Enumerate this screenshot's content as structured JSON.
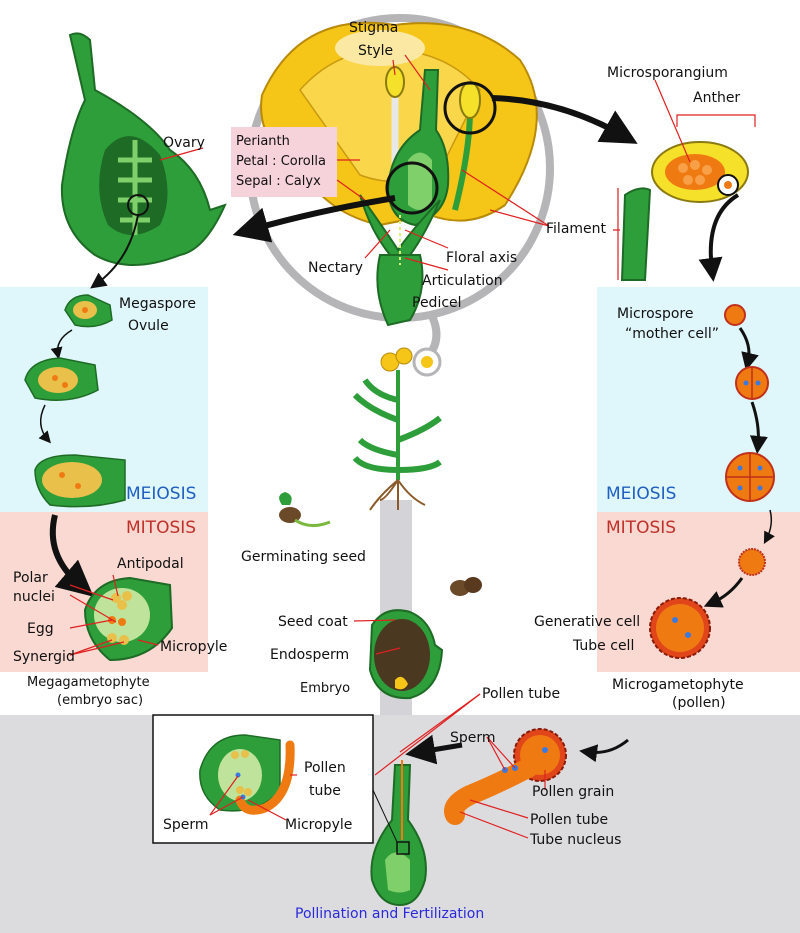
{
  "colors": {
    "plant_green": "#2e9e3a",
    "plant_dark": "#1d6b25",
    "petal_yellow": "#f5c518",
    "orange": "#f07a12",
    "red_pollen": "#e0461a",
    "meiosis_bg": "#dff6fb",
    "mitosis_bg": "#f9d9d2",
    "fert_bg": "#dcdcdf",
    "leader_red": "#e02020",
    "perianth_box": "#f6d2da"
  },
  "flower": {
    "stigma": "Stigma",
    "style": "Style",
    "perianth": "Perianth",
    "petal_corolla": "Petal : Corolla",
    "sepal_calyx": "Sepal : Calyx",
    "ovary": "Ovary",
    "nectary": "Nectary",
    "floral_axis": "Floral axis",
    "articulation": "Articulation",
    "pedicel": "Pedicel",
    "filament": "Filament",
    "microsporangium": "Microsporangium",
    "anther": "Anther"
  },
  "left": {
    "megaspore": "Megaspore",
    "ovule": "Ovule",
    "meiosis": "MEIOSIS",
    "mitosis": "MITOSIS",
    "antipodal": "Antipodal",
    "polar": "Polar",
    "nuclei": "nuclei",
    "egg": "Egg",
    "synergid": "Synergid",
    "micropyle": "Micropyle",
    "megagametophyte": "Megagametophyte",
    "embryo_sac": "(embryo sac)"
  },
  "right": {
    "microspore": "Microspore",
    "mother_cell": "“mother cell”",
    "meiosis": "MEIOSIS",
    "mitosis": "MITOSIS",
    "generative_cell": "Generative cell",
    "tube_cell": "Tube cell",
    "microgametophyte": "Microgametophyte",
    "pollen": "(pollen)"
  },
  "center": {
    "germinating_seed": "Germinating seed",
    "seed_coat": "Seed coat",
    "endosperm": "Endosperm",
    "embryo": "Embryo"
  },
  "bottom": {
    "pollen_tube_top": "Pollen tube",
    "sperm_right": "Sperm",
    "pollen_grain": "Pollen grain",
    "pollen_tube": "Pollen tube",
    "tube_nucleus": "Tube nucleus",
    "pollen": "Pollen",
    "tube": "tube",
    "sperm_inset": "Sperm",
    "micropyle_inset": "Micropyle",
    "title": "Pollination and Fertilization"
  }
}
